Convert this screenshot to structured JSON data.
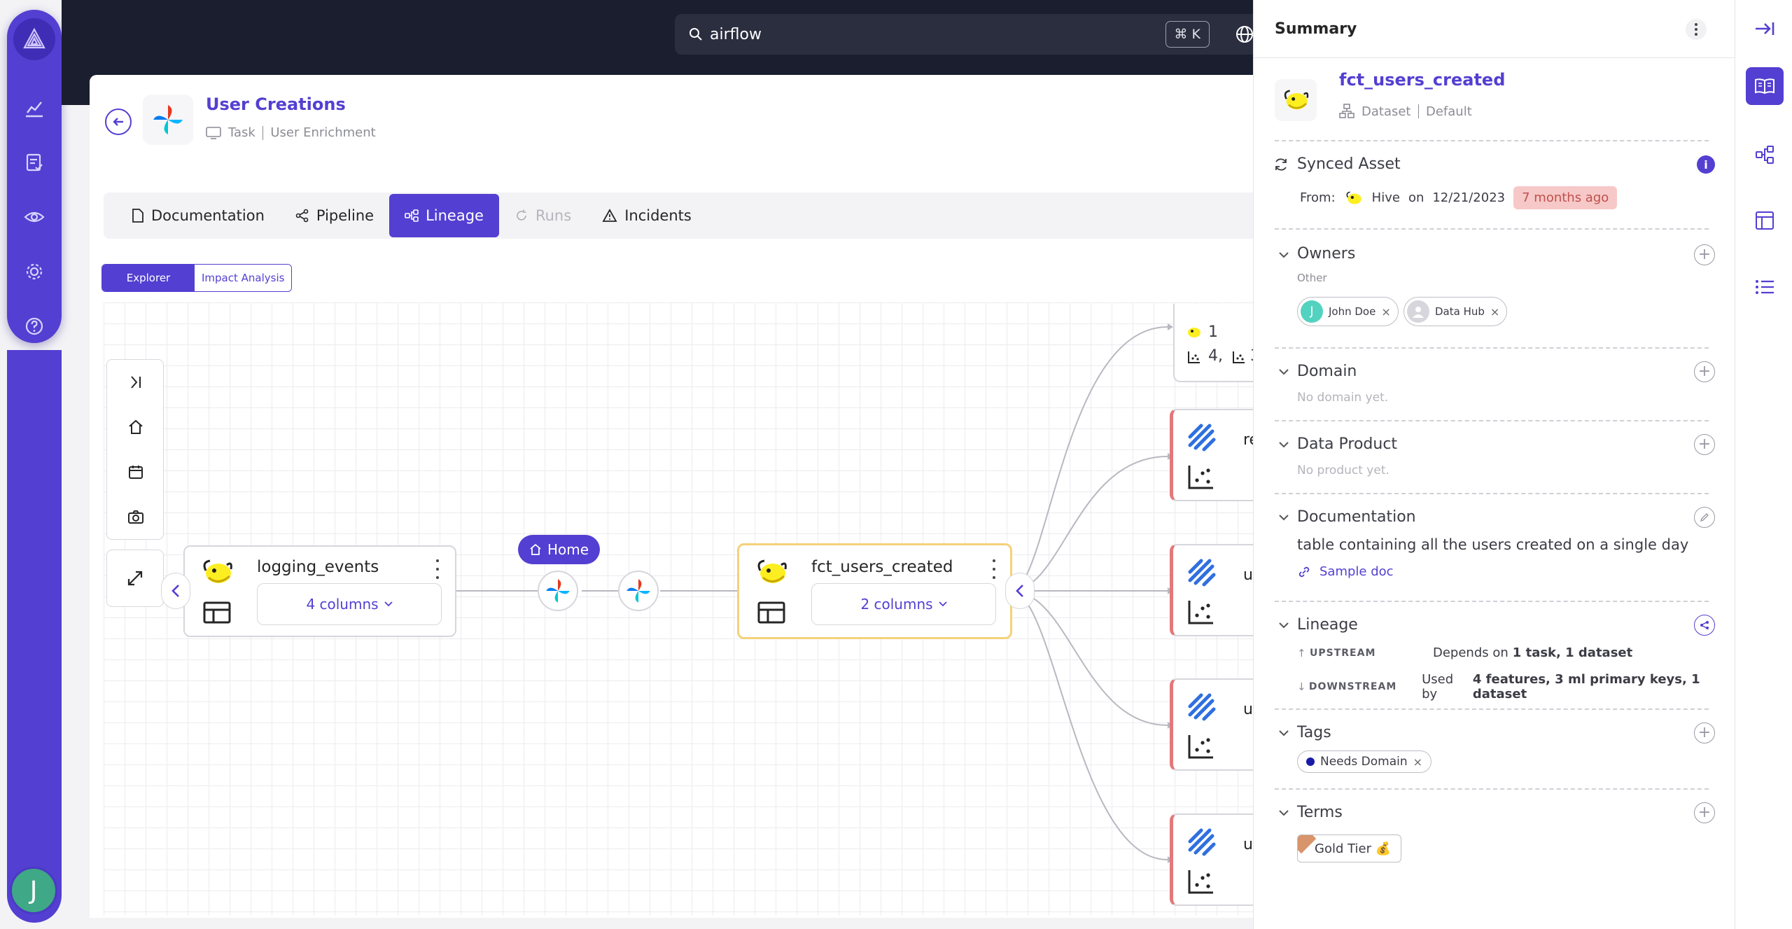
{
  "search": {
    "value": "airflow",
    "shortcut": "⌘ K"
  },
  "entity": {
    "title": "User Creations",
    "type": "Task",
    "platform": "User Enrichment"
  },
  "tabs": [
    {
      "label": "Documentation",
      "state": "normal"
    },
    {
      "label": "Pipeline",
      "state": "normal"
    },
    {
      "label": "Lineage",
      "state": "active"
    },
    {
      "label": "Runs",
      "state": "disabled"
    },
    {
      "label": "Incidents",
      "state": "normal"
    }
  ],
  "toggle": {
    "explorer": "Explorer",
    "impact": "Impact Analysis"
  },
  "lineage": {
    "home_label": "Home",
    "nodes": {
      "source": {
        "name": "logging_events",
        "columns": "4 columns"
      },
      "selected": {
        "name": "fct_users_created",
        "columns": "2 columns"
      },
      "downstream_top": {
        "line1": "1",
        "line2": "4,",
        "line3": "3"
      },
      "ml_labels": [
        "re",
        "u",
        "u",
        "u"
      ]
    }
  },
  "summary": {
    "title": "Summary",
    "asset_name": "fct_users_created",
    "asset_type": "Dataset",
    "asset_env": "Default",
    "synced": {
      "title": "Synced Asset",
      "from_label": "From:",
      "platform": "Hive",
      "on_label": "on",
      "date": "12/21/2023",
      "ago": "7 months ago"
    },
    "owners": {
      "title": "Owners",
      "group": "Other",
      "items": [
        {
          "initial": "J",
          "name": "John Doe"
        },
        {
          "initial": "",
          "name": "Data Hub"
        }
      ]
    },
    "domain": {
      "title": "Domain",
      "empty": "No domain yet."
    },
    "data_product": {
      "title": "Data Product",
      "empty": "No product yet."
    },
    "documentation": {
      "title": "Documentation",
      "text": "table containing all the users created on a single day",
      "link": "Sample doc"
    },
    "lineage": {
      "title": "Lineage",
      "upstream_label": "UPSTREAM",
      "upstream_pre": "Depends on",
      "upstream_val": "1 task, 1 dataset",
      "downstream_label": "DOWNSTREAM",
      "downstream_pre": "Used by",
      "downstream_val": "4 features, 3 ml primary keys, 1 dataset"
    },
    "tags": {
      "title": "Tags",
      "items": [
        "Needs Domain"
      ]
    },
    "terms": {
      "title": "Terms",
      "items": [
        "Gold Tier 💰"
      ]
    }
  },
  "user_initial": "J",
  "colors": {
    "brand": "#533fd1",
    "topbar": "#1b1e2e",
    "selected_border": "#f4d27a",
    "ml_accent": "#e3787a",
    "ago_bg": "#f6c9c8"
  }
}
